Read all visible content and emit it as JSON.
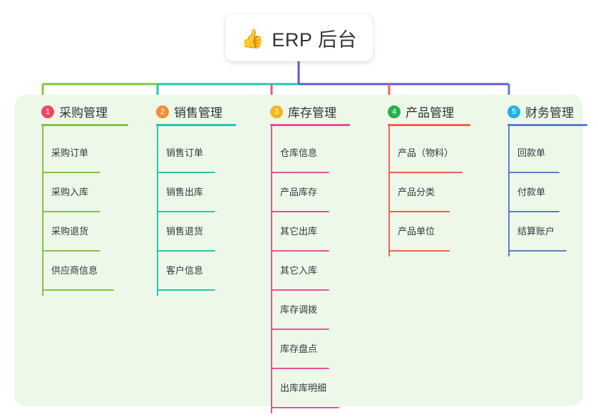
{
  "root": {
    "icon": "thumbs-up-icon",
    "icon_glyph": "👍",
    "title": "ERP 后台"
  },
  "panel": {
    "background_color": "#eef8e9"
  },
  "connector": {
    "stem_color": "#5b5bd6",
    "bus_left_color": "#7ac143",
    "bus_color": "#5b5bd6"
  },
  "columns": [
    {
      "number": "1",
      "title": "采购管理",
      "badge_color": "#f2465f",
      "line_color": "#86c440",
      "rule_width": 122,
      "items": [
        {
          "label": "采购订单",
          "rule_width": 82
        },
        {
          "label": "采购入库",
          "rule_width": 82
        },
        {
          "label": "采购退货",
          "rule_width": 82
        },
        {
          "label": "供应商信息",
          "rule_width": 101
        }
      ]
    },
    {
      "number": "2",
      "title": "销售管理",
      "badge_color": "#f08e38",
      "line_color": "#26c6b4",
      "rule_width": 112,
      "items": [
        {
          "label": "销售订单",
          "rule_width": 82
        },
        {
          "label": "销售出库",
          "rule_width": 82
        },
        {
          "label": "销售退货",
          "rule_width": 82
        },
        {
          "label": "客户信息",
          "rule_width": 82
        }
      ]
    },
    {
      "number": "3",
      "title": "库存管理",
      "badge_color": "#f5b61d",
      "line_color": "#e8519b",
      "rule_width": 112,
      "items": [
        {
          "label": "仓库信息",
          "rule_width": 82
        },
        {
          "label": "产品库存",
          "rule_width": 82
        },
        {
          "label": "其它出库",
          "rule_width": 82
        },
        {
          "label": "其它入库",
          "rule_width": 82
        },
        {
          "label": "库存调拨",
          "rule_width": 82
        },
        {
          "label": "库存盘点",
          "rule_width": 82
        },
        {
          "label": "出库库明细",
          "rule_width": 96
        }
      ]
    },
    {
      "number": "4",
      "title": "产品管理",
      "badge_color": "#24b24c",
      "line_color": "#f4604f",
      "rule_width": 116,
      "items": [
        {
          "label": "产品（物料）",
          "rule_width": 104
        },
        {
          "label": "产品分类",
          "rule_width": 86
        },
        {
          "label": "产品单位",
          "rule_width": 86
        }
      ]
    },
    {
      "number": "5",
      "title": "财务管理",
      "badge_color": "#20b3e3",
      "line_color": "#5b7fd0",
      "rule_width": 112,
      "items": [
        {
          "label": "回款单",
          "rule_width": 72
        },
        {
          "label": "付款单",
          "rule_width": 72
        },
        {
          "label": "结算账户",
          "rule_width": 82
        }
      ]
    }
  ]
}
